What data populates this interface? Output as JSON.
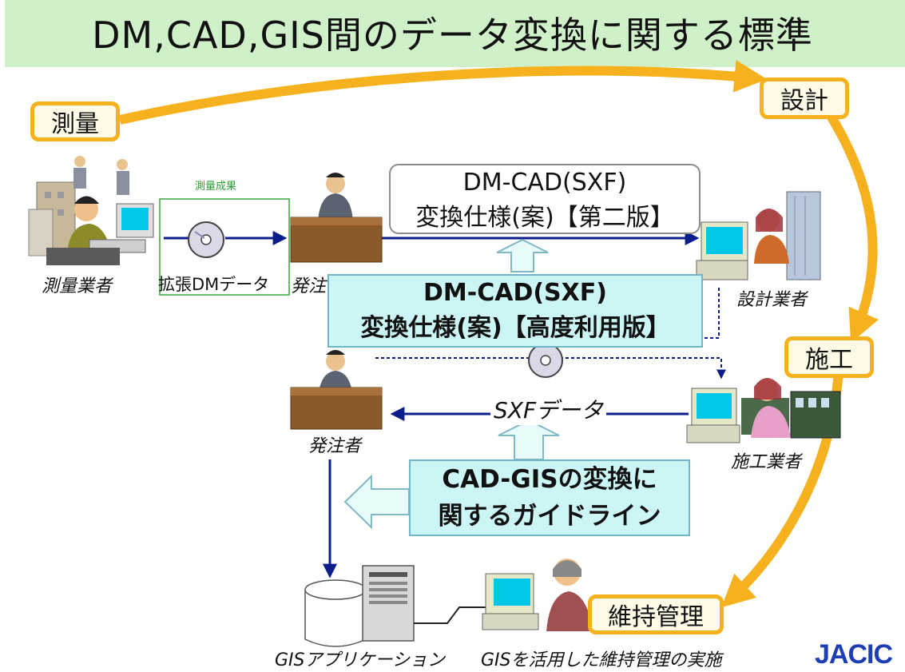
{
  "title": "DM,CAD,GIS間のデータ変換に関する標準",
  "phases": {
    "survey": "測量",
    "design": "設計",
    "construction": "施工",
    "maintenance": "維持管理"
  },
  "actors": {
    "surveyor": "測量業者",
    "orderer_top": "発注者",
    "designer": "設計業者",
    "orderer_bottom": "発注者",
    "contractor": "施工業者",
    "gis_app": "GISアプリケーション",
    "gis_maintenance": "GISを活用した維持管理の実施"
  },
  "labels": {
    "survey_result": "測量成果",
    "extended_dm": "拡張DMデータ",
    "sxf_data": "SXFデータ"
  },
  "spec_second": {
    "line1": "DM-CAD(SXF)",
    "line2": "変換仕様(案)【第二版】"
  },
  "spec_advanced": {
    "line1": "DM-CAD(SXF)",
    "line2": "変換仕様(案)【高度利用版】"
  },
  "guideline": {
    "line1": "CAD-GISの変換に",
    "line2": "関するガイドライン"
  },
  "logo": "JACIC",
  "colors": {
    "title_bg": "#cff0c8",
    "phase_border": "#f5b21e",
    "arrow_blue": "#0b1e8c",
    "spec_fill": "#ccf5f5",
    "logo": "#1d3fb3"
  }
}
